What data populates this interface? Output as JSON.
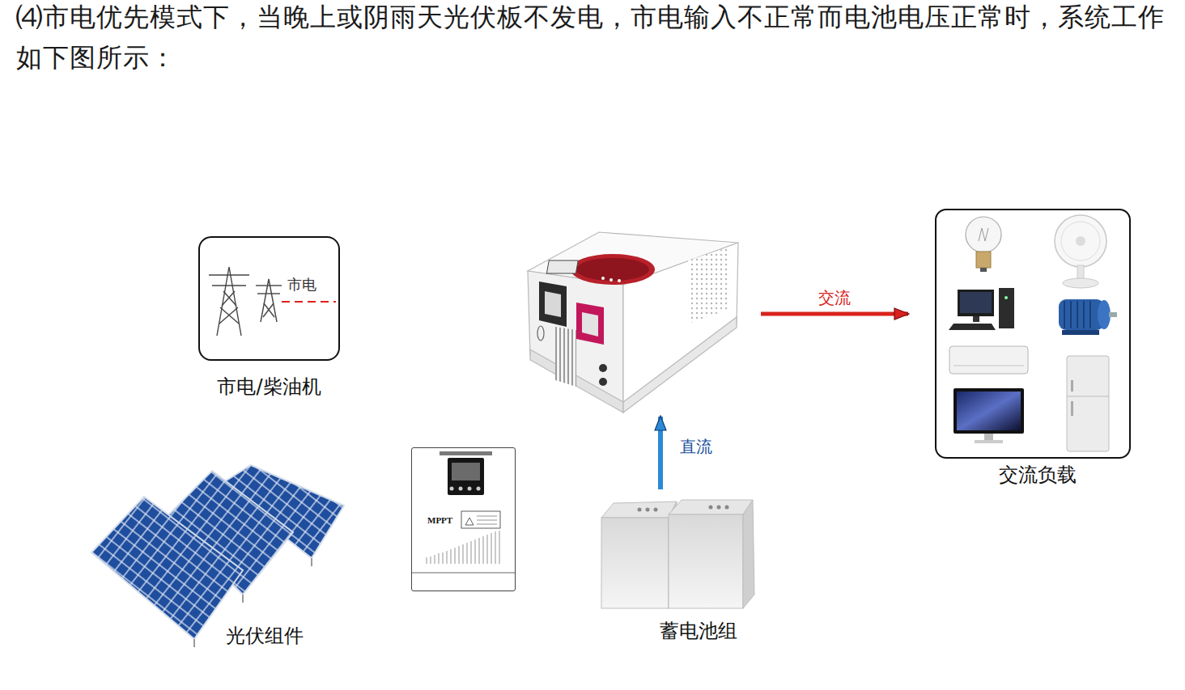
{
  "diagram": {
    "title": "⑷市电优先模式下，当晚上或阴雨天光伏板不发电，市电输入不正常而电池电压正常时，系统工作如下图所示：",
    "nodes": [
      {
        "text": [
          "市电",
          "市电/柴油机"
        ]
      },
      {
        "text": []
      },
      {
        "text": [
          "交流负载"
        ]
      },
      {
        "text": [
          "光伏组件"
        ]
      },
      {
        "text": [
          "MPPT"
        ]
      },
      {
        "text": [
          "蓄电池组"
        ]
      }
    ],
    "edges": [
      {
        "from": 1,
        "to": 2,
        "label": "交流",
        "arrow": "to"
      },
      {
        "from": 5,
        "to": 1,
        "label": "直流",
        "arrow": "to"
      }
    ]
  }
}
